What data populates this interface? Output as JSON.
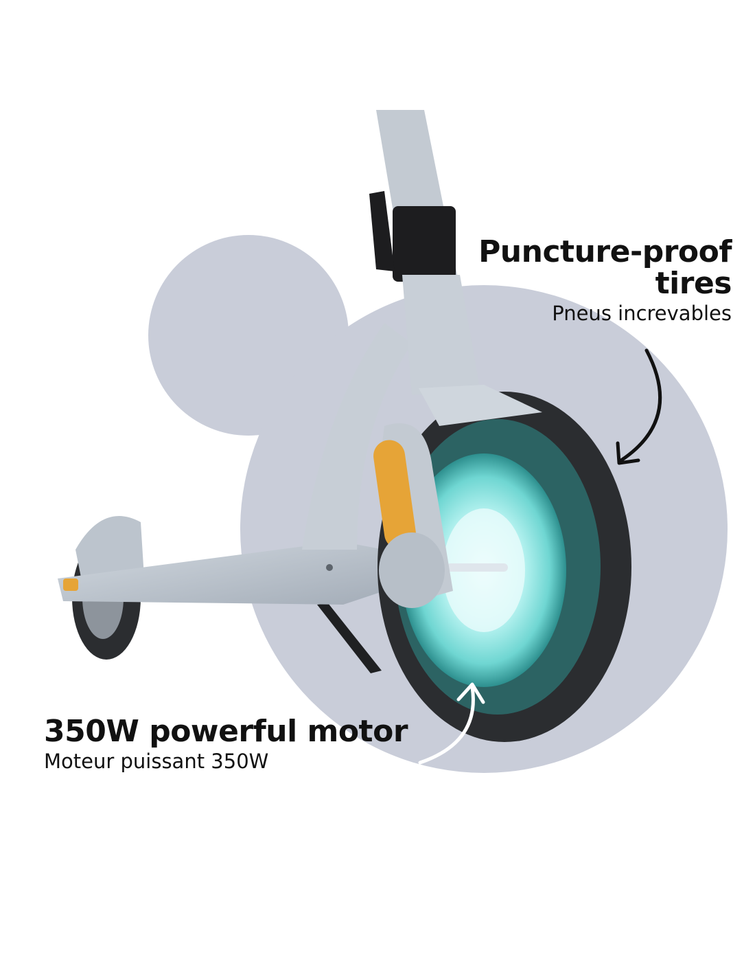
{
  "callouts": {
    "tires": {
      "headline": "Puncture-proof tires",
      "subline": "Pneus increvables"
    },
    "motor": {
      "headline": "350W powerful motor",
      "subline": "Moteur puissant 350W"
    }
  },
  "colors": {
    "background": "#ffffff",
    "backdrop_blob": "#c9cdd9",
    "scooter_body": "#b9c2cc",
    "tire": "#2b2d30",
    "motor_glow": "#a8f0ee",
    "reflector": "#e6a437",
    "clamp": "#1d1d1f",
    "arrow_dark": "#111111",
    "arrow_light": "#ffffff"
  }
}
